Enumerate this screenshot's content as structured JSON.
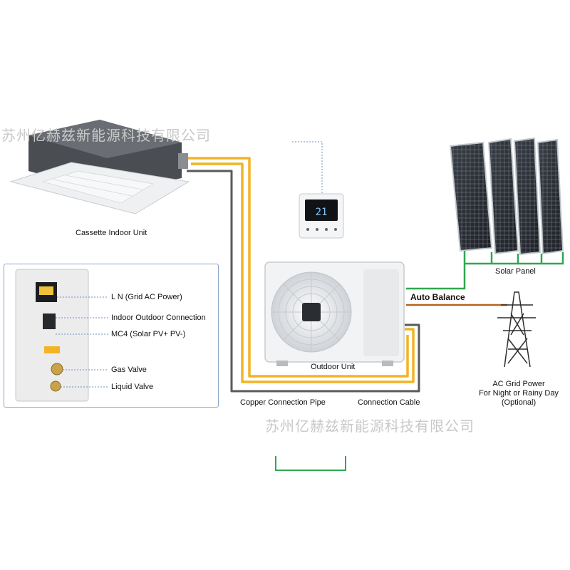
{
  "watermark": {
    "text_top": "苏州亿赫兹新能源科技有限公司",
    "text_bottom": "苏州亿赫兹新能源科技有限公司"
  },
  "labels": {
    "indoor_unit": "Cassette Indoor Unit",
    "outdoor_unit": "Outdoor Unit",
    "solar_panel": "Solar Panel",
    "auto_balance": "Auto Balance",
    "grid_line1": "AC Grid Power",
    "grid_line2": "For Night or Rainy Day",
    "grid_line3": "(Optional)",
    "copper_pipe": "Copper Connection Pipe",
    "connection_cable": "Connection Cable"
  },
  "inset": {
    "callouts": [
      "L N (Grid AC Power)",
      "Indoor Outdoor Connection",
      "MC4 (Solar PV+ PV-)",
      "Gas Valve",
      "Liquid Valve"
    ]
  },
  "thermostat": {
    "display": "21"
  },
  "colors": {
    "copper_pipe": "#f2b424",
    "connection_cable": "#5a5a5a",
    "solar_line": "#2fa84f",
    "grid_line": "#b5651d",
    "signal_line": "#6c8fc0",
    "inset_border": "#8aa5c8"
  }
}
